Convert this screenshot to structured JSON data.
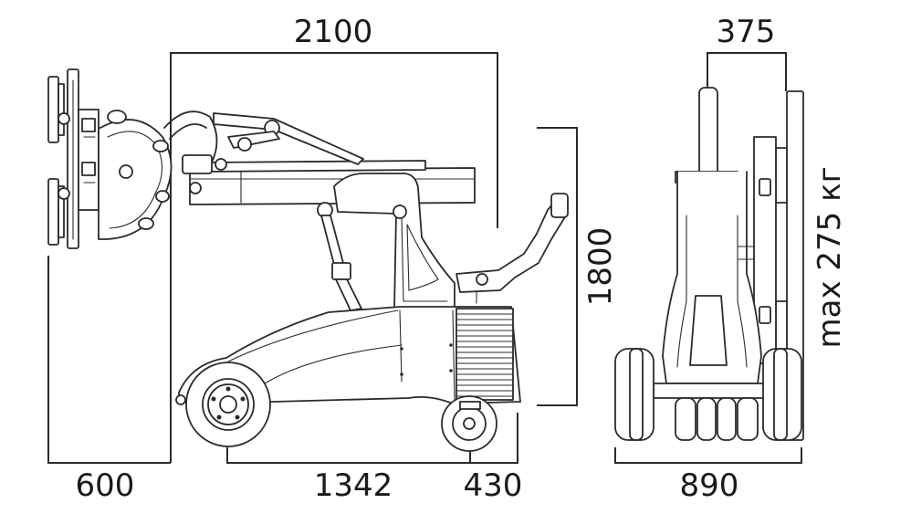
{
  "dimensions": {
    "top_length": "2100",
    "front_height": "1800",
    "tool_overhang": "600",
    "wheelbase": "1342",
    "rear_overhang": "430",
    "side_top_width": "375",
    "side_width": "890",
    "max_load": "max 275 кг"
  },
  "colors": {
    "ink": "#2b2b2b",
    "background": "#ffffff"
  }
}
